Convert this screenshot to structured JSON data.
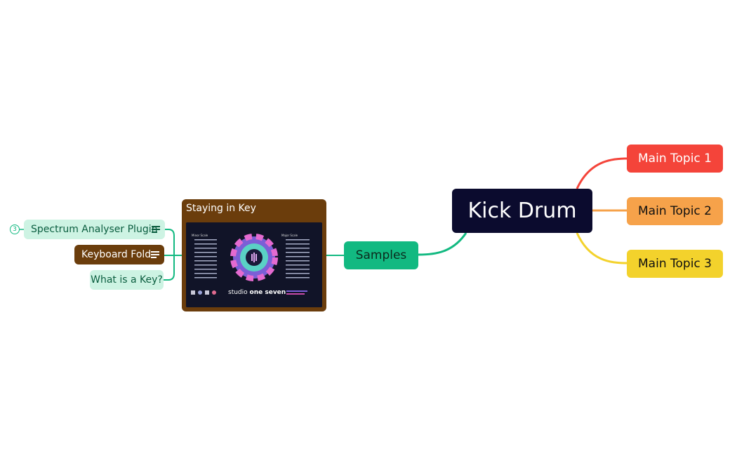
{
  "central": {
    "label": "Kick Drum"
  },
  "main_topics": [
    "Main Topic 1",
    "Main Topic 2",
    "Main Topic 3"
  ],
  "samples": {
    "label": "Samples"
  },
  "card": {
    "title": "Staying in Key",
    "image": {
      "left_heading": "Minor Scale",
      "right_heading": "Major Scale",
      "brand_prefix": "studio",
      "brand_suffix": "one seven"
    }
  },
  "subtopics": {
    "spectrum": "Spectrum Analyser Plugin",
    "keyboard": "Keyboard Fold",
    "what_key": "What is a Key?"
  },
  "badge": "3",
  "colors": {
    "central": "#0b0b2e",
    "topic1": "#f4443a",
    "topic2": "#f6a24a",
    "topic3": "#f3d22c",
    "samples": "#12b981",
    "card": "#6b3d0c",
    "light_green": "#cdf3e3"
  }
}
